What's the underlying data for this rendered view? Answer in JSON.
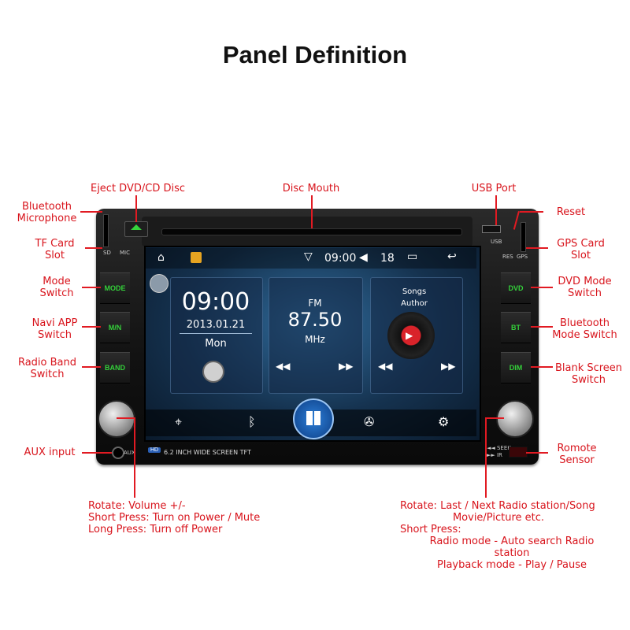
{
  "title": "Panel Definition",
  "labels": {
    "eject": "Eject DVD/CD Disc",
    "disc_mouth": "Disc Mouth",
    "usb_port": "USB Port",
    "bt_mic": "Bluetooth\nMicrophone",
    "reset": "Reset",
    "tf_card": "TF Card\nSlot",
    "gps_card": "GPS Card\nSlot",
    "mode_switch": "Mode\nSwitch",
    "dvd_mode": "DVD Mode\nSwitch",
    "navi_app": "Navi APP\nSwitch",
    "bt_mode": "Bluetooth\nMode Switch",
    "radio_band": "Radio Band\nSwitch",
    "blank_screen": "Blank Screen\nSwitch",
    "aux_input": "AUX input",
    "remote_sensor": "Romote\nSensor",
    "left_knob": "Rotate: Volume +/-\nShort Press: Turn on Power / Mute\nLong Press: Turn off Power",
    "right_knob_1": "Rotate: Last / Next Radio station/Song",
    "right_knob_2": "Movie/Picture etc.",
    "right_knob_3": "Short Press:",
    "right_knob_4": "Radio mode - Auto search Radio",
    "right_knob_5": "station",
    "right_knob_6": "Playback mode - Play / Pause"
  },
  "device": {
    "buttons_left": [
      "MODE",
      "M/N",
      "BAND"
    ],
    "buttons_right": [
      "DVD",
      "BT",
      "DIM"
    ],
    "left_tiny": {
      "sd": "SD",
      "mic": "MIC",
      "aux": "AUX"
    },
    "right_tiny": {
      "usb": "USB",
      "res": "RES",
      "gps": "GPS",
      "seek": "◄◄ SEEK ►► IR"
    },
    "screen_caption": "6.2 INCH WIDE SCREEN TFT",
    "hd": "HD"
  },
  "screen": {
    "status_time": "09:00",
    "status_volume": "18",
    "clock": {
      "time": "09:00",
      "date": "2013.01.21",
      "day": "Mon"
    },
    "radio": {
      "band": "FM",
      "freq": "87.50",
      "unit": "MHz"
    },
    "music": {
      "title": "Songs",
      "author": "Author"
    }
  },
  "colors": {
    "label_red": "#d8141c",
    "button_green": "#34d03a",
    "screen_blue": "#2f6a9a"
  }
}
